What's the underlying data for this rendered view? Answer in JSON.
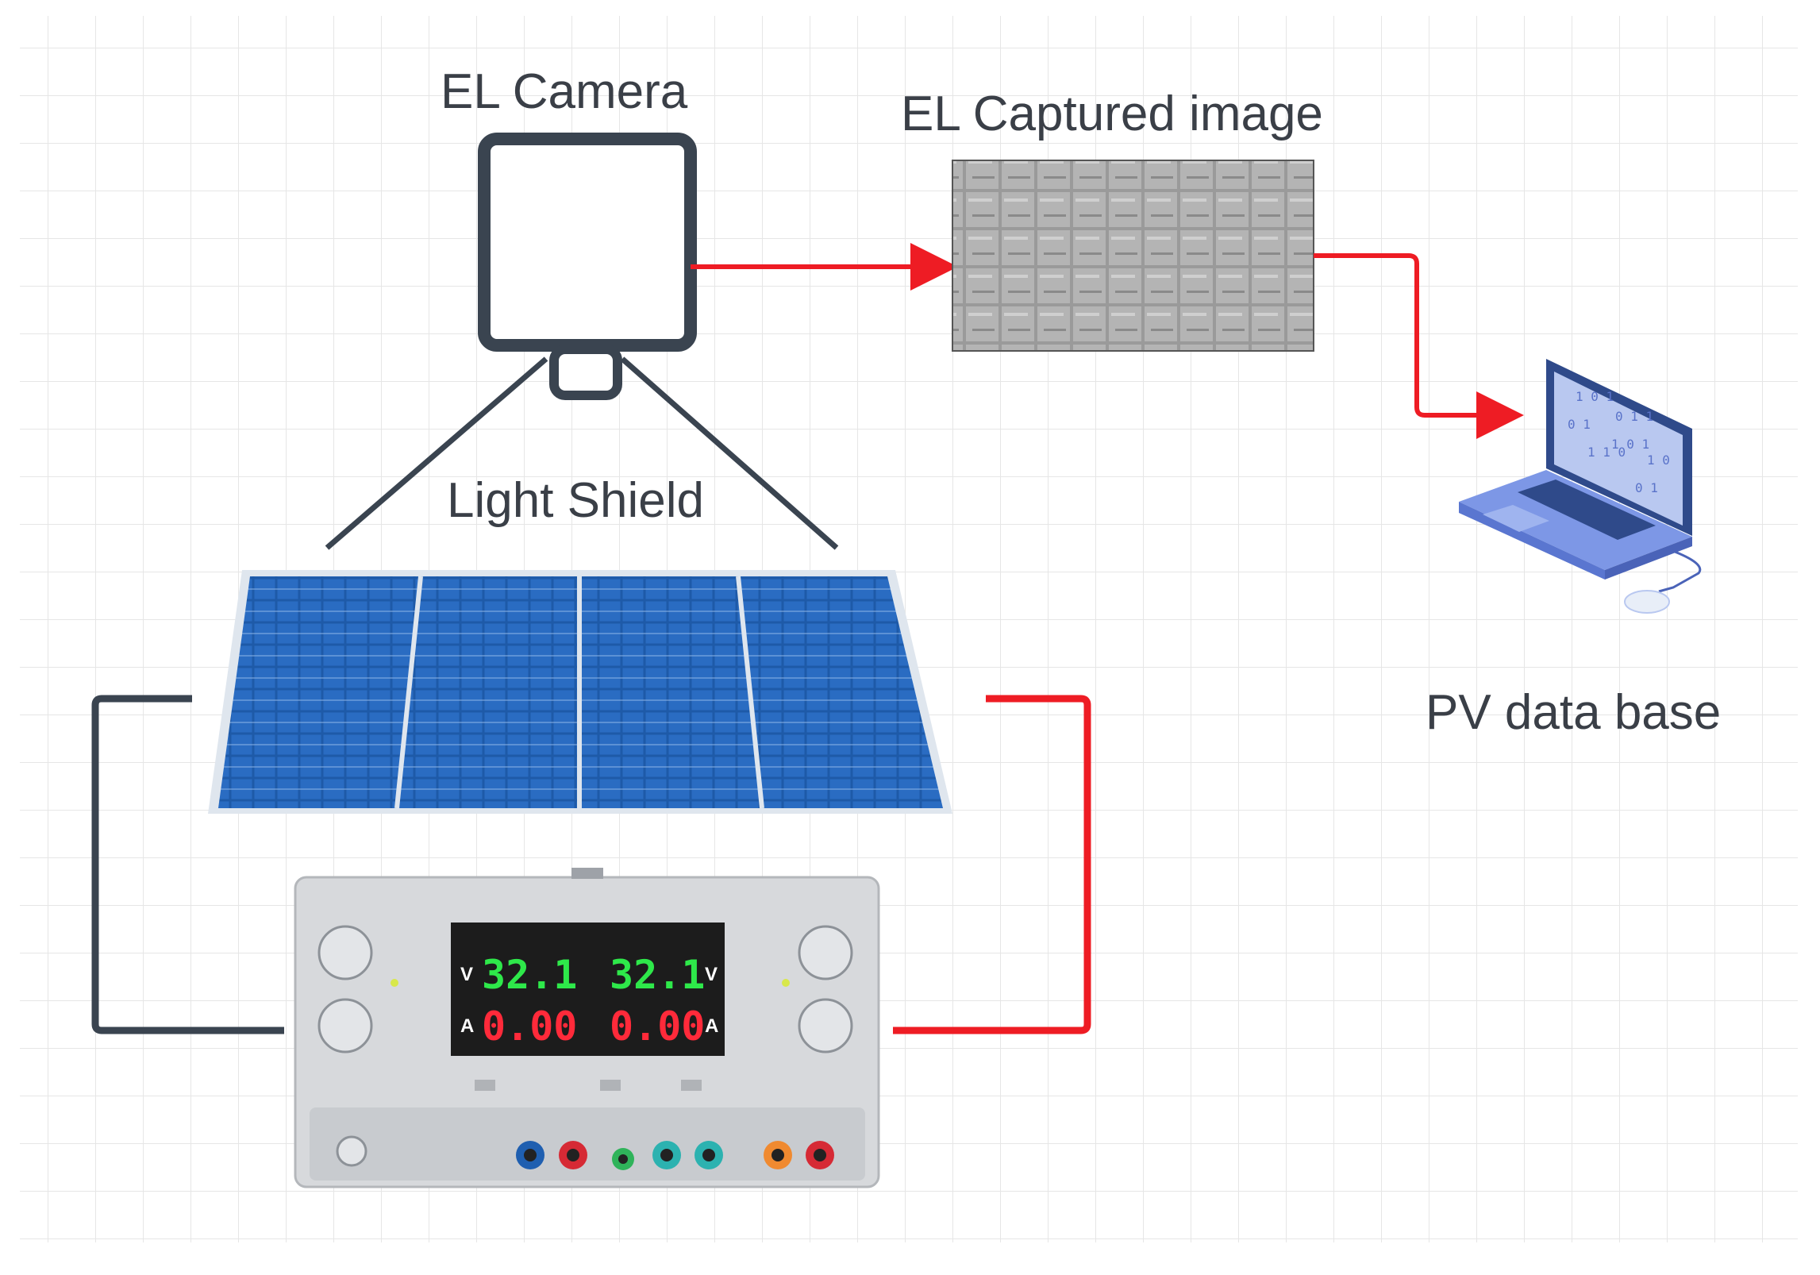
{
  "labels": {
    "camera": "EL Camera",
    "captured": "EL Captured image",
    "shield": "Light Shield",
    "database": "PV data base"
  },
  "power_supply": {
    "voltage_left": "32.1",
    "voltage_right": "32.1",
    "current_left": "0.00",
    "current_right": "0.00",
    "unit_v": "V",
    "unit_a": "A"
  },
  "colors": {
    "grid": "#e6e6e6",
    "signal_red": "#ee1c24",
    "wire_dark": "#3a4450",
    "panel_blue": "#1f5fb0",
    "lcd_green": "#2ee84a",
    "lcd_red": "#ff2a3a"
  }
}
